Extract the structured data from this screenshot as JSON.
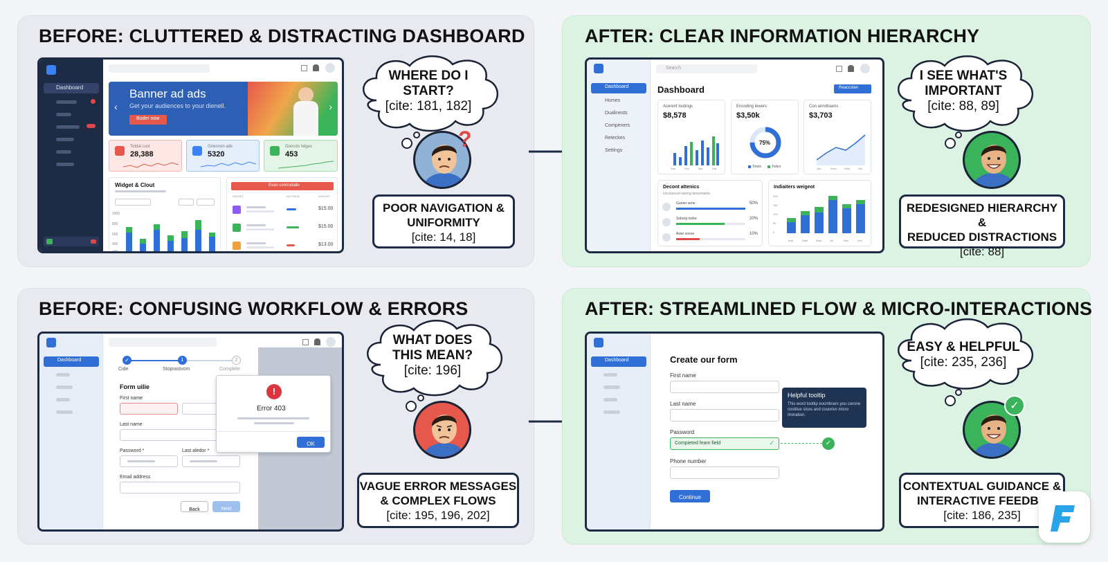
{
  "panels": {
    "top_left": {
      "title": "BEFORE: CLUTTERED & DISTRACTING DASHBOARD",
      "bubble_line1": "WHERE DO I",
      "bubble_line2": "START?",
      "bubble_cite": "[cite: 181, 182]",
      "caption_line1": "POOR NAVIGATION &",
      "caption_line2": "UNIFORMITY",
      "caption_cite": "[cite: 14, 18]",
      "mock": {
        "sidebar_item": "Dashboard",
        "banner_title": "Banner ad ads",
        "banner_sub": "Get your audiences to your dienell.",
        "banner_btn": "Boder now",
        "stats": [
          {
            "label": "Totdal cust",
            "value": "28,388"
          },
          {
            "label": "Gnennon ads",
            "value": "5320"
          },
          {
            "label": "Goncdo hdges",
            "value": "453"
          }
        ],
        "widget_title": "Widget & Clout",
        "alert_btn": "Exan controdalle",
        "table_headers": [
          "WIDGET",
          "NUTSAGE",
          "AMOUNT"
        ],
        "prices": [
          "$15.00",
          "$15.00",
          "$13.00"
        ],
        "chart_ticks": [
          "1000",
          "800",
          "600",
          "400",
          "400"
        ]
      }
    },
    "top_right": {
      "title": "AFTER: CLEAR INFORMATION HIERARCHY",
      "bubble_line1": "I SEE WHAT'S",
      "bubble_line2": "IMPORTANT",
      "bubble_cite": "[cite: 88, 89]",
      "caption_line1": "REDESIGNED HIERARCHY &",
      "caption_line2": "REDUCED DISTRACTIONS",
      "caption_cite": "[cite: 88]",
      "mock": {
        "search": "Search",
        "nav": [
          "Dashboard",
          "Homes",
          "Dualinests",
          "Compeners",
          "Reteckes",
          "Settings"
        ],
        "heading": "Dashboard",
        "action_btn": "Reaccsten",
        "cards": [
          {
            "label": "Acerent lootings",
            "value": "$8,578"
          },
          {
            "label": "Encoding lewers",
            "value": "$3,50k"
          },
          {
            "label": "Con anndtoams",
            "value": "$3,703"
          }
        ],
        "donut_pct": "75%",
        "legend": [
          "Totals",
          "Todes"
        ],
        "x_ticks_1": [
          "Sun",
          "Gre",
          "Bar",
          "Dat"
        ],
        "x_ticks_3": [
          "Jan",
          "Dren",
          "Wep",
          "Del"
        ],
        "recent_title": "Decont attenics",
        "recent_sub": "Uccnasrcel saning amsomants",
        "progress": [
          {
            "label": "Gunter serw",
            "pct": "50%"
          },
          {
            "label": "Suburg tosbe",
            "pct": "20%"
          },
          {
            "label": "Aswr ooese",
            "pct": "10%"
          }
        ],
        "widget_title": "Indiaiters weigeot",
        "x_ticks_4": [
          "Ank",
          "Nsts",
          "Wep",
          "Jul",
          "Nov",
          "Dec"
        ],
        "y_ticks_4": [
          "200",
          "150",
          "100",
          "50",
          "0"
        ]
      }
    },
    "bottom_left": {
      "title": "BEFORE: CONFUSING WORKFLOW & ERRORS",
      "bubble_line1": "WHAT DOES",
      "bubble_line2": "THIS MEAN?",
      "bubble_cite": "[cite: 196]",
      "caption_line1": "VAGUE ERROR MESSAGES",
      "caption_line2": "& COMPLEX FLOWS",
      "caption_cite": "[cite: 195, 196, 202]",
      "mock": {
        "sidebar_item": "Dashboard",
        "steps": [
          "Cide",
          "Stoprastvom",
          "Complete"
        ],
        "form_title": "Form uilie",
        "labels": [
          "First name",
          "Last name",
          "Password *",
          "Last aledor *",
          "Email address"
        ],
        "error_title": "Error 403",
        "ok": "OK",
        "back": "Back",
        "next": "Next"
      }
    },
    "bottom_right": {
      "title": "AFTER: STREAMLINED FLOW & MICRO-INTERACTIONS",
      "bubble_line1": "EASY & HELPFUL",
      "bubble_cite": "[cite: 235, 236]",
      "caption_line1": "CONTEXTUAL GUIDANCE &",
      "caption_line2": "INTERACTIVE FEEDBA",
      "caption_cite": "[cite: 186, 235]",
      "mock": {
        "sidebar_item": "Dashboard",
        "form_title": "Create our form",
        "labels": [
          "First name",
          "Last name",
          "Password",
          "Phone number"
        ],
        "completed_field": "Compieted feam field",
        "tooltip_title": "Helpful tooltip",
        "tooltip_body": "This word tooltip eocmbrars you corone costitue sisos and couorivs micro Imination.",
        "continue": "Continue"
      }
    }
  },
  "colors": {
    "before_bg": "#e8eaf0",
    "after_bg": "#dcf2e2",
    "navy": "#1c2a44",
    "blue": "#2f6fd6",
    "green": "#3bb35a",
    "red": "#e04848"
  }
}
